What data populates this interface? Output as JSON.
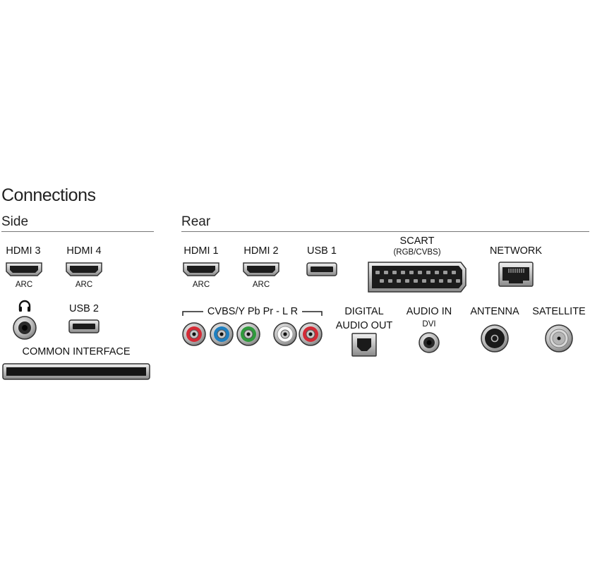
{
  "title": "Connections",
  "side": {
    "heading": "Side",
    "hdmi3": "HDMI 3",
    "hdmi3_sub": "ARC",
    "hdmi4": "HDMI 4",
    "hdmi4_sub": "ARC",
    "headphone_icon": "headphones-icon",
    "usb2": "USB 2",
    "common_interface": "COMMON INTERFACE"
  },
  "rear": {
    "heading": "Rear",
    "hdmi1": "HDMI 1",
    "hdmi1_sub": "ARC",
    "hdmi2": "HDMI 2",
    "hdmi2_sub": "ARC",
    "usb1": "USB 1",
    "scart": "SCART",
    "scart_sub": "(RGB/CVBS)",
    "network": "NETWORK",
    "component": "CVBS/Y Pb Pr - L R",
    "digital_line1": "DIGITAL",
    "digital_line2": "AUDIO OUT",
    "audio_in": "AUDIO IN",
    "audio_in_sub": "DVI",
    "antenna": "ANTENNA",
    "satellite": "SATELLITE"
  },
  "colors": {
    "rca_red": "#d42a35",
    "rca_blue": "#1e7fc0",
    "rca_green": "#2f9a3c",
    "rca_white": "#ffffff",
    "metal": "#c9c9c9"
  }
}
